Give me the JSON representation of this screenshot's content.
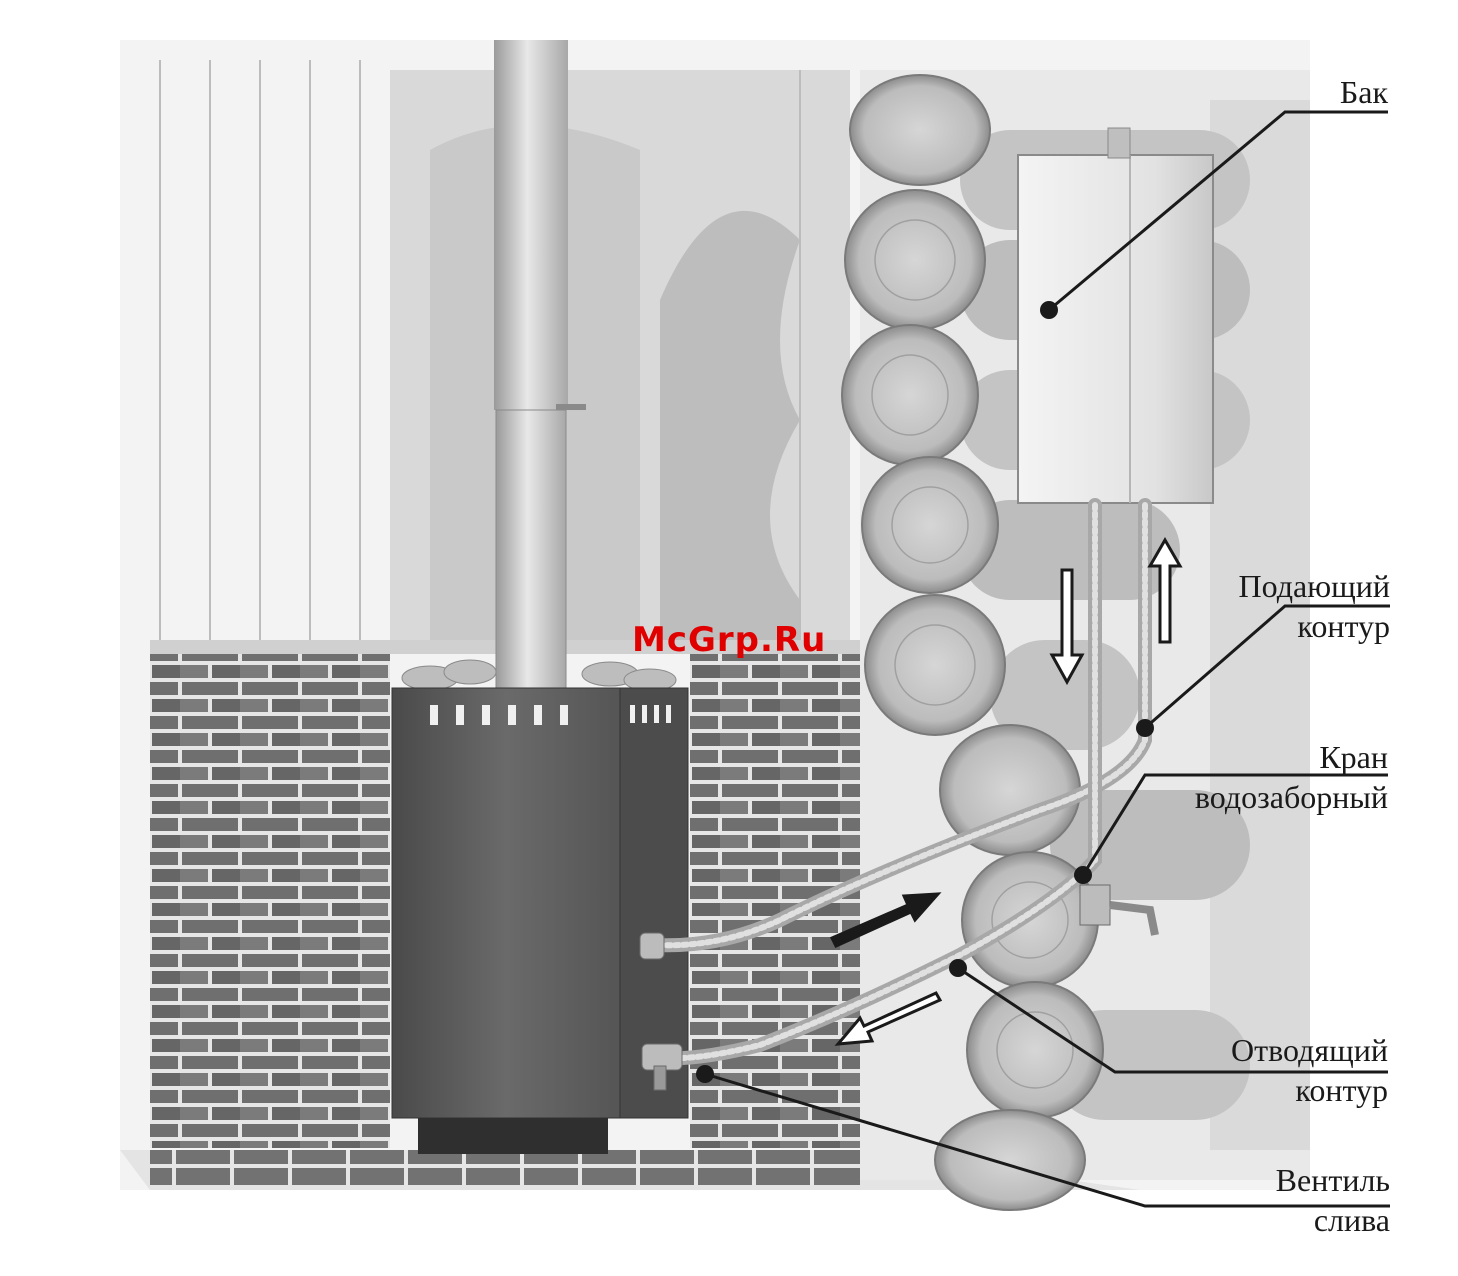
{
  "watermark": {
    "text": "McGrp.Ru",
    "color": "#e00000"
  },
  "callouts": {
    "tank": {
      "label": "Бак"
    },
    "supply": {
      "line1": "Подающий",
      "line2": "контур"
    },
    "tap": {
      "line1": "Кран",
      "line2": "водозаборный"
    },
    "return": {
      "line1": "Отводящий",
      "line2": "контур"
    },
    "drain": {
      "line1": "Вентиль",
      "line2": "слива"
    }
  },
  "colors": {
    "ink": "#1a1a1a",
    "stove": "#5a5a5a",
    "brick": "#6f6f6f",
    "mortar": "#e2e2e2",
    "wood": "#c9c9c9",
    "tank": "#ececec"
  }
}
